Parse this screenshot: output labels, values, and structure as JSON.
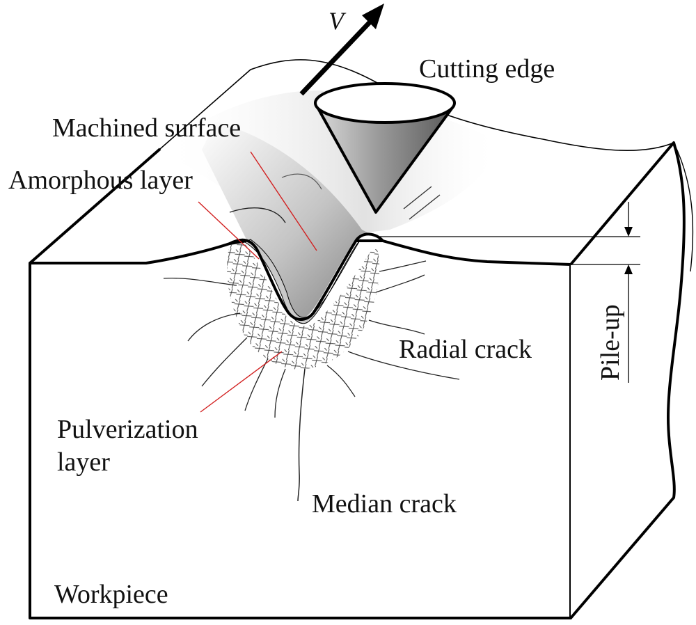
{
  "labels": {
    "velocity": "V",
    "cutting_edge": "Cutting edge",
    "machined_surface": "Machined surface",
    "amorphous_layer": "Amorphous layer",
    "radial_crack": "Radial crack",
    "pulverization_line1": "Pulverization",
    "pulverization_line2": "layer",
    "median_crack": "Median crack",
    "pile_up": "Pile-up",
    "workpiece": "Workpiece"
  },
  "colors": {
    "outline": "#000000",
    "leader_line": "#d21f1f",
    "tool_dark": "#6e6e6e",
    "amorphous_layer": "#c9c9c9"
  }
}
